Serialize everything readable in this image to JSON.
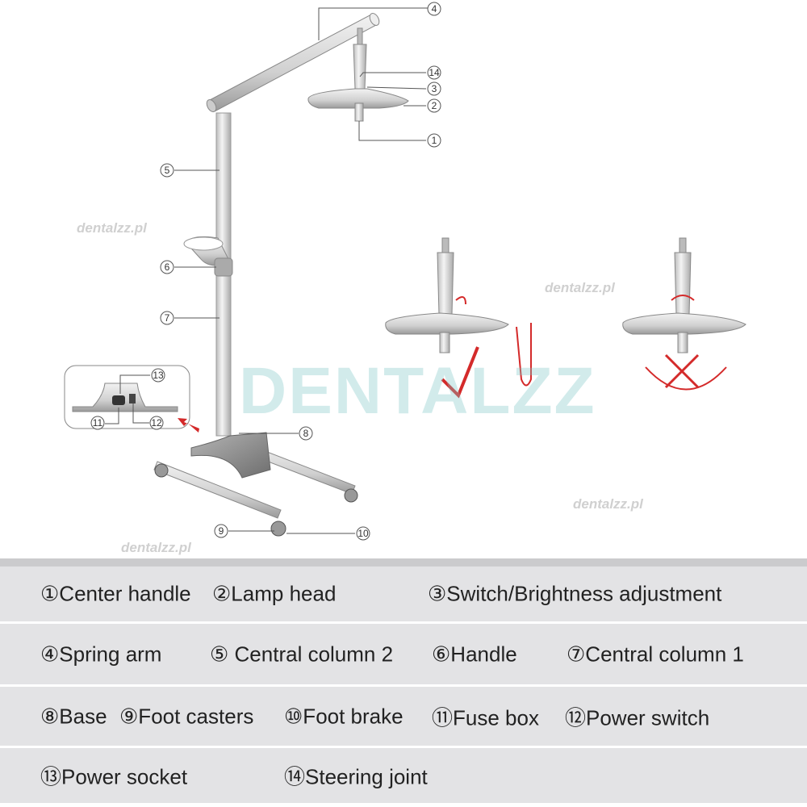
{
  "diagram": {
    "callouts": [
      "1",
      "2",
      "3",
      "4",
      "5",
      "6",
      "7",
      "8",
      "9",
      "10",
      "11",
      "12",
      "13",
      "14"
    ],
    "watermark_logo": "DENTALZZ",
    "watermark_small": "dentalzz.pl",
    "colors": {
      "correct": "#d42a2a",
      "wrong": "#d42a2a",
      "metal": "#d8d8d8",
      "base": "#8a8a8a"
    }
  },
  "legend": {
    "rows": [
      [
        "①Center handle",
        "②Lamp head",
        "③Switch/Brightness adjustment"
      ],
      [
        "④Spring arm",
        "⑤ Central column 2",
        "⑥Handle",
        "⑦Central column 1"
      ],
      [
        "⑧Base",
        "⑨Foot casters",
        "⑩Foot brake",
        "⑪Fuse box",
        "⑫Power switch"
      ],
      [
        "⑬Power socket",
        "⑭Steering joint"
      ]
    ]
  }
}
